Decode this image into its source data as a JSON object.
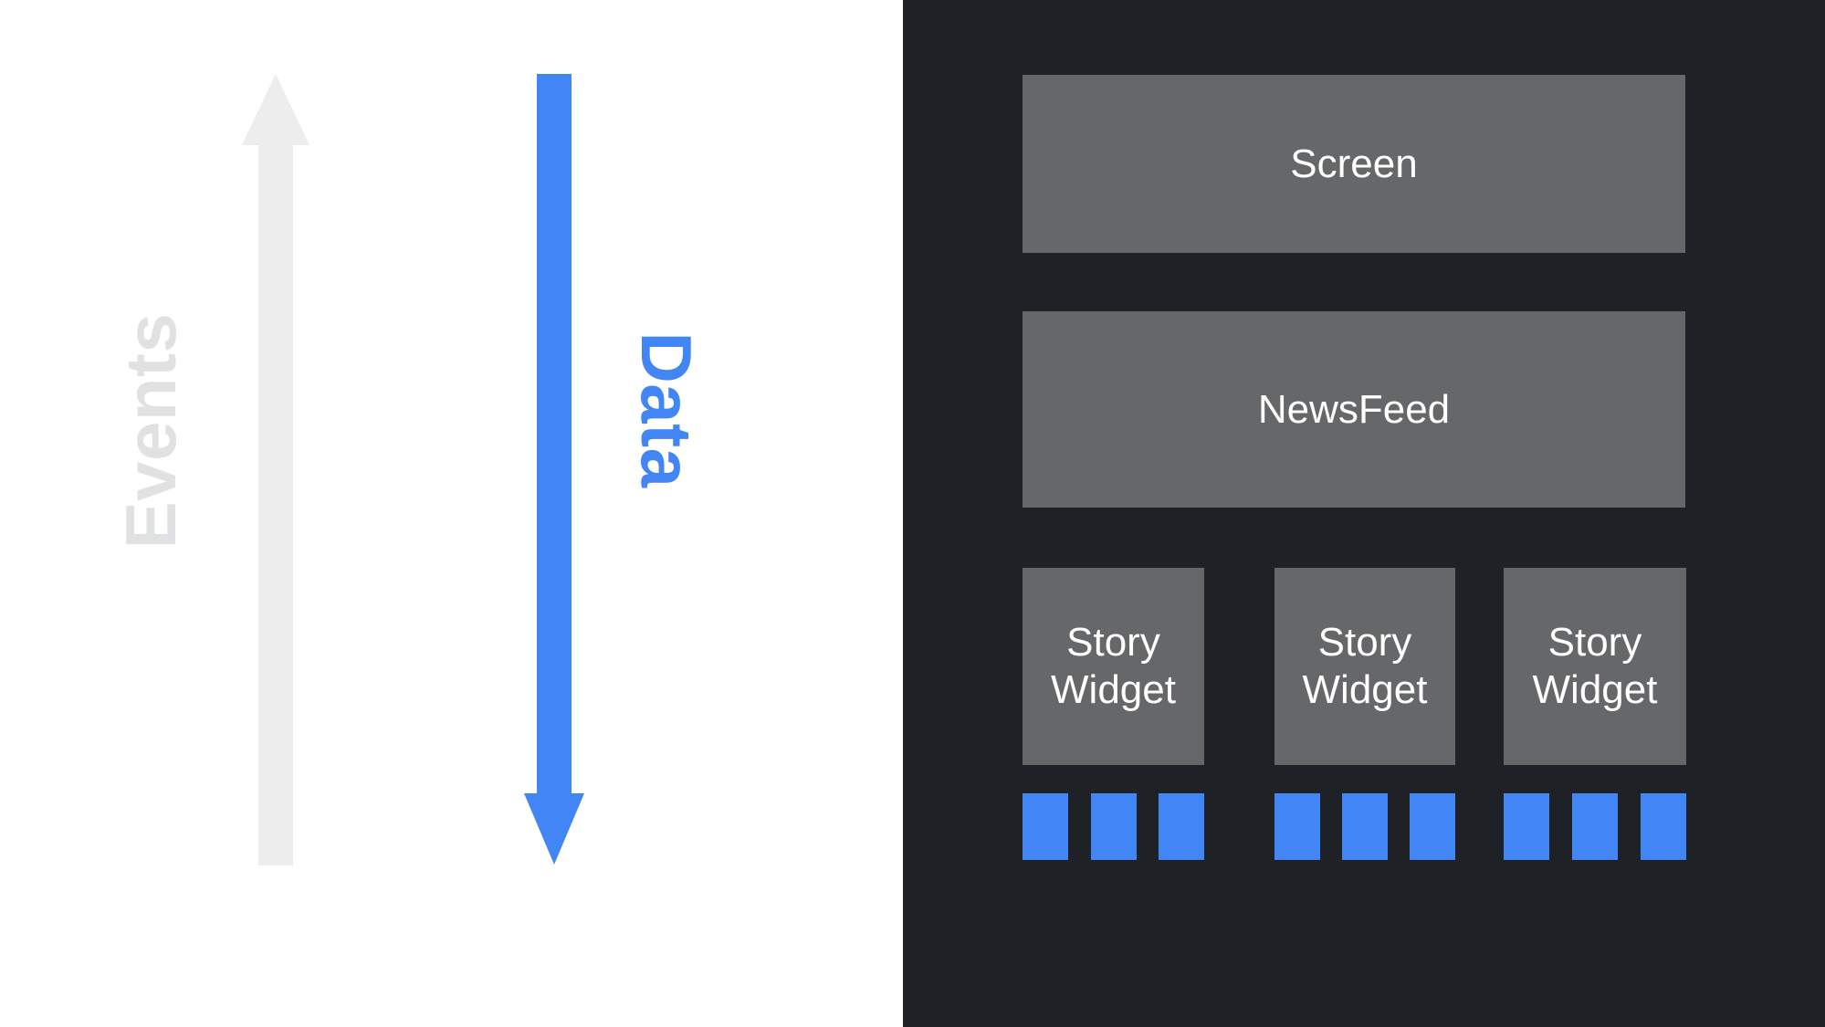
{
  "colors": {
    "left_background": "#ffffff",
    "right_background": "#1e2126",
    "box_gray": "#666769",
    "accent_blue": "#4285f4",
    "arrow_gray": "#ededee",
    "events_text_gray": "#dfe1e3",
    "box_text": "#ffffff"
  },
  "left_panel": {
    "events_label": "Events",
    "events_arrow_direction": "up",
    "data_label": "Data",
    "data_arrow_direction": "down"
  },
  "right_panel": {
    "screen_box_label": "Screen",
    "newsfeed_box_label": "NewsFeed",
    "story_widgets": [
      {
        "label": "Story Widget",
        "item_count": 3
      },
      {
        "label": "Story Widget",
        "item_count": 3
      },
      {
        "label": "Story Widget",
        "item_count": 3
      }
    ]
  }
}
